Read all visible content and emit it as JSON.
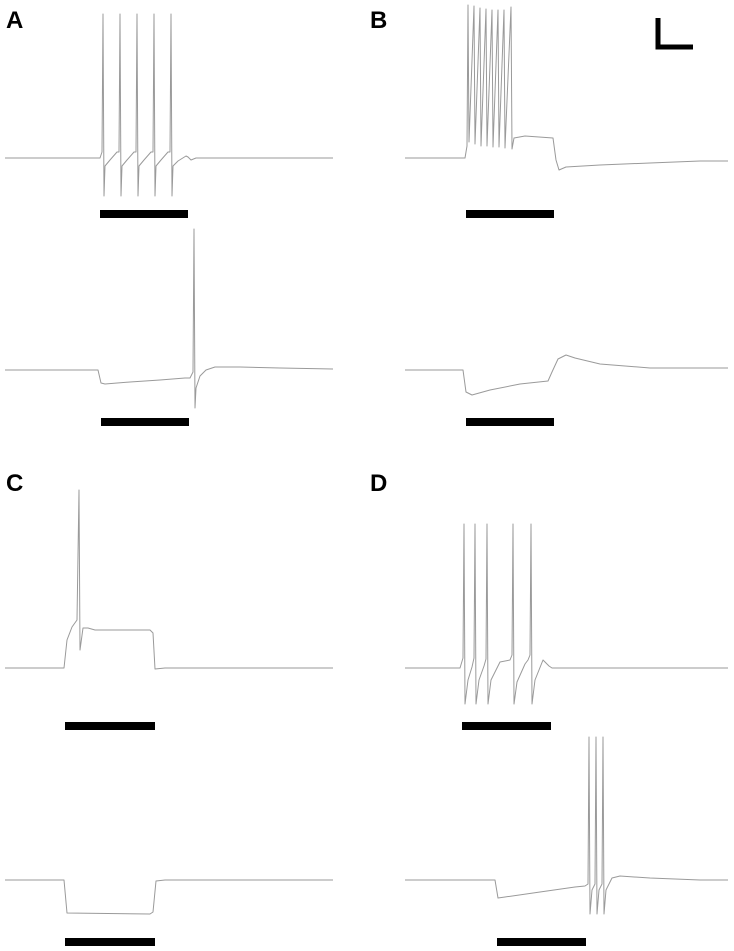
{
  "figure": {
    "panels": [
      {
        "label": "A"
      },
      {
        "label": "B"
      },
      {
        "label": "C"
      },
      {
        "label": "D"
      }
    ],
    "colors": {
      "trace": "#9a9a9a",
      "stimulus_bar": "#000000",
      "scale_bar": "#000000",
      "background": "#ffffff"
    },
    "scale_bar_icon": "l-shaped-scale-bar-icon"
  }
}
